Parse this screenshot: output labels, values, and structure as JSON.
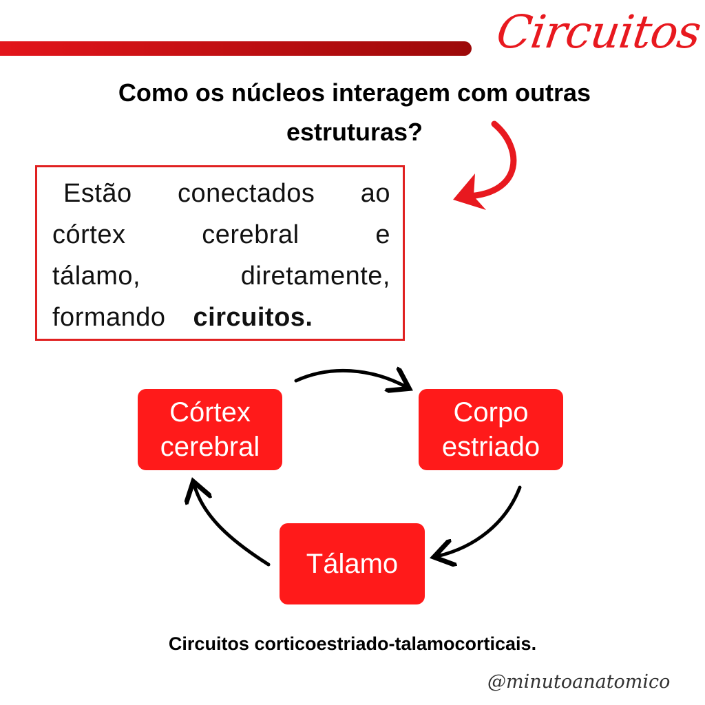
{
  "brand_title": "Circuitos",
  "question": {
    "line1": "Como os núcleos interagem com outras",
    "line2": "estruturas?"
  },
  "answer": {
    "lines": [
      [
        "Estão",
        "conectados",
        "ao"
      ],
      [
        "córtex",
        "cerebral",
        "e"
      ],
      [
        "tálamo,",
        "diretamente,"
      ],
      [
        "formando"
      ]
    ],
    "emphasis": "circuitos."
  },
  "nodes": {
    "cortex": [
      "Córtex",
      "cerebral"
    ],
    "striatum": [
      "Corpo",
      "estriado"
    ],
    "thalamus": "Tálamo"
  },
  "caption": "Circuitos corticoestriado-talamocorticais.",
  "handle": "@minutoanatomico",
  "colors": {
    "accent": "#ff1a1a",
    "bar_start": "#e3151b",
    "bar_end": "#9c0909"
  }
}
